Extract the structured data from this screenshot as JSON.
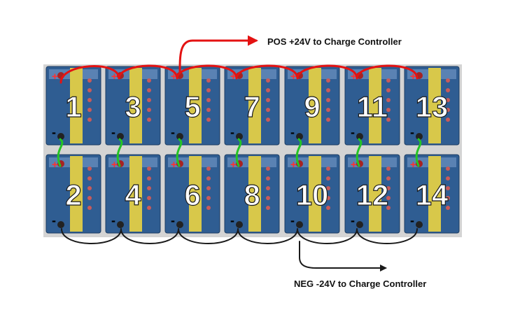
{
  "labels": {
    "positive": "POS +24V to Charge Controller",
    "negative": "NEG -24V to Charge Controller"
  },
  "batteries": [
    {
      "number": "1"
    },
    {
      "number": "2"
    },
    {
      "number": "3"
    },
    {
      "number": "4"
    },
    {
      "number": "5"
    },
    {
      "number": "6"
    },
    {
      "number": "7"
    },
    {
      "number": "8"
    },
    {
      "number": "9"
    },
    {
      "number": "10"
    },
    {
      "number": "11"
    },
    {
      "number": "12"
    },
    {
      "number": "13"
    },
    {
      "number": "14"
    }
  ],
  "terminal_marks": {
    "positive": "+",
    "negative": "-"
  },
  "colors": {
    "background": "#ffffff",
    "bank_backdrop": "#d4d4d4",
    "battery_body": "#2f5d92",
    "battery_top": "#5a82b3",
    "yellow_strap": "#d8c84a",
    "positive_wire": "#e41212",
    "negative_wire": "#1a1a1a",
    "series_link": "#25c425",
    "number_text": "#ffffff"
  }
}
